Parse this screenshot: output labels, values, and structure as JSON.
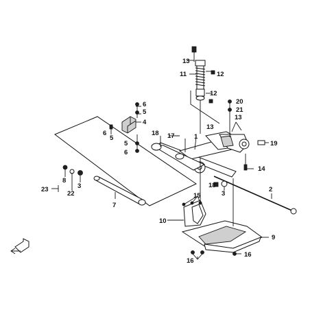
{
  "callouts": [
    {
      "id": "c13a",
      "text": "13"
    },
    {
      "id": "c12a",
      "text": "12"
    },
    {
      "id": "c11",
      "text": "11"
    },
    {
      "id": "c12b",
      "text": "12"
    },
    {
      "id": "c6a",
      "text": "6"
    },
    {
      "id": "c5a",
      "text": "5"
    },
    {
      "id": "c4",
      "text": "4"
    },
    {
      "id": "c6b",
      "text": "6"
    },
    {
      "id": "c5b",
      "text": "5"
    },
    {
      "id": "c18a",
      "text": "18"
    },
    {
      "id": "c5c",
      "text": "5"
    },
    {
      "id": "c6c",
      "text": "6"
    },
    {
      "id": "c17",
      "text": "17"
    },
    {
      "id": "c1",
      "text": "1"
    },
    {
      "id": "c13b",
      "text": "13"
    },
    {
      "id": "c20",
      "text": "20"
    },
    {
      "id": "c21",
      "text": "21"
    },
    {
      "id": "c13c",
      "text": "13"
    },
    {
      "id": "c19",
      "text": "19"
    },
    {
      "id": "c14",
      "text": "14"
    },
    {
      "id": "c8",
      "text": "8"
    },
    {
      "id": "c3a",
      "text": "3"
    },
    {
      "id": "c23",
      "text": "23"
    },
    {
      "id": "c22",
      "text": "22"
    },
    {
      "id": "c18b",
      "text": "18"
    },
    {
      "id": "c3b",
      "text": "3"
    },
    {
      "id": "c2",
      "text": "2"
    },
    {
      "id": "c7",
      "text": "7"
    },
    {
      "id": "c15",
      "text": "15"
    },
    {
      "id": "c10",
      "text": "10"
    },
    {
      "id": "c9",
      "text": "9"
    },
    {
      "id": "c16a",
      "text": "16"
    },
    {
      "id": "c16b",
      "text": "16"
    }
  ]
}
